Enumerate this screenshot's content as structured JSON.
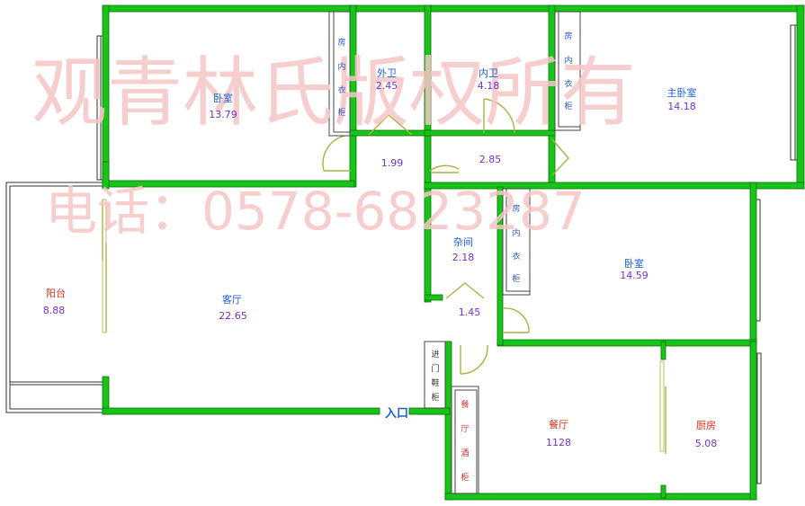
{
  "watermark": {
    "owner": "观青林氏版权所有",
    "phone": "电话：0578-6823287"
  },
  "rooms": {
    "bedroom_left": {
      "name": "卧室",
      "area": "13.79"
    },
    "guest_bath": {
      "name": "外卫",
      "area": "2.45"
    },
    "master_bath": {
      "name": "内卫",
      "area": "4.18"
    },
    "master_bedroom": {
      "name": "主卧室",
      "area": "14.18"
    },
    "hall_left": {
      "area": "1.99"
    },
    "hall_right": {
      "area": "2.85"
    },
    "storage": {
      "name": "杂间",
      "area": "2.18"
    },
    "bedroom_right": {
      "name": "卧室",
      "area": "14.59"
    },
    "hall_small": {
      "area": "1.45"
    },
    "balcony": {
      "name": "阳台",
      "area": "8.88"
    },
    "living_room": {
      "name": "客厅",
      "area": "22.65"
    },
    "dining_room": {
      "name": "餐厅",
      "area": "1128"
    },
    "kitchen": {
      "name": "厨房",
      "area": "5.08"
    }
  },
  "closets": {
    "closet_1": [
      "房",
      "内",
      "衣",
      "柜"
    ],
    "closet_2": [
      "房",
      "内",
      "衣",
      "柜"
    ],
    "closet_3": [
      "房",
      "内",
      "衣",
      "柜"
    ],
    "shoe_cabinet": [
      "进",
      "门",
      "鞋",
      "柜"
    ],
    "wine_cabinet": [
      "餐",
      "厅",
      "酒",
      "柜"
    ]
  },
  "entrance": "入口",
  "colors": {
    "wall": "#18c418",
    "wall_edge": "#0a6e0a",
    "door": "#b0b040",
    "room_name": "#1a5fd6",
    "area": "#7a2fd0",
    "balcony_text": "#e0301e",
    "closet_text": "#2b55c8",
    "cabinet_text": "#c83030",
    "watermark": "#f6c6c6"
  }
}
